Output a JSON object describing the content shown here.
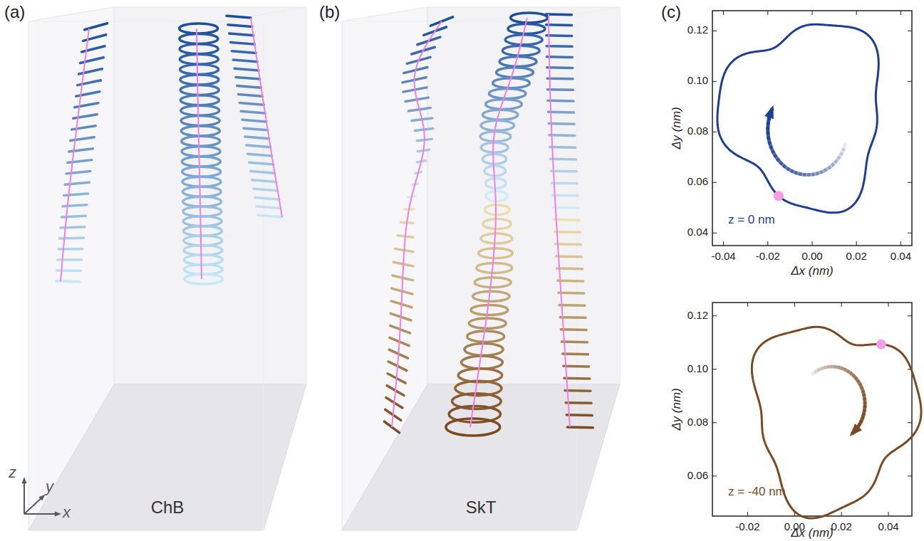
{
  "diagram": {
    "labels": [
      "(a)",
      "(b)",
      "(c)",
      "ChB",
      "SkT",
      "z",
      "y",
      "x",
      "0.12",
      "0.10",
      "0.08",
      "0.06",
      "0.04",
      "-0.04",
      "-0.02",
      "0.00",
      "0.02",
      "0.04",
      "Δy (nm)",
      "Δx (nm)",
      "z = 0 nm",
      "0.12",
      "0.10",
      "0.08",
      "0.06",
      "-0.02",
      "0.00",
      "0.02",
      "0.04",
      "Δy (nm)",
      "Δx (nm)",
      "z = -40 nm"
    ]
  }
}
